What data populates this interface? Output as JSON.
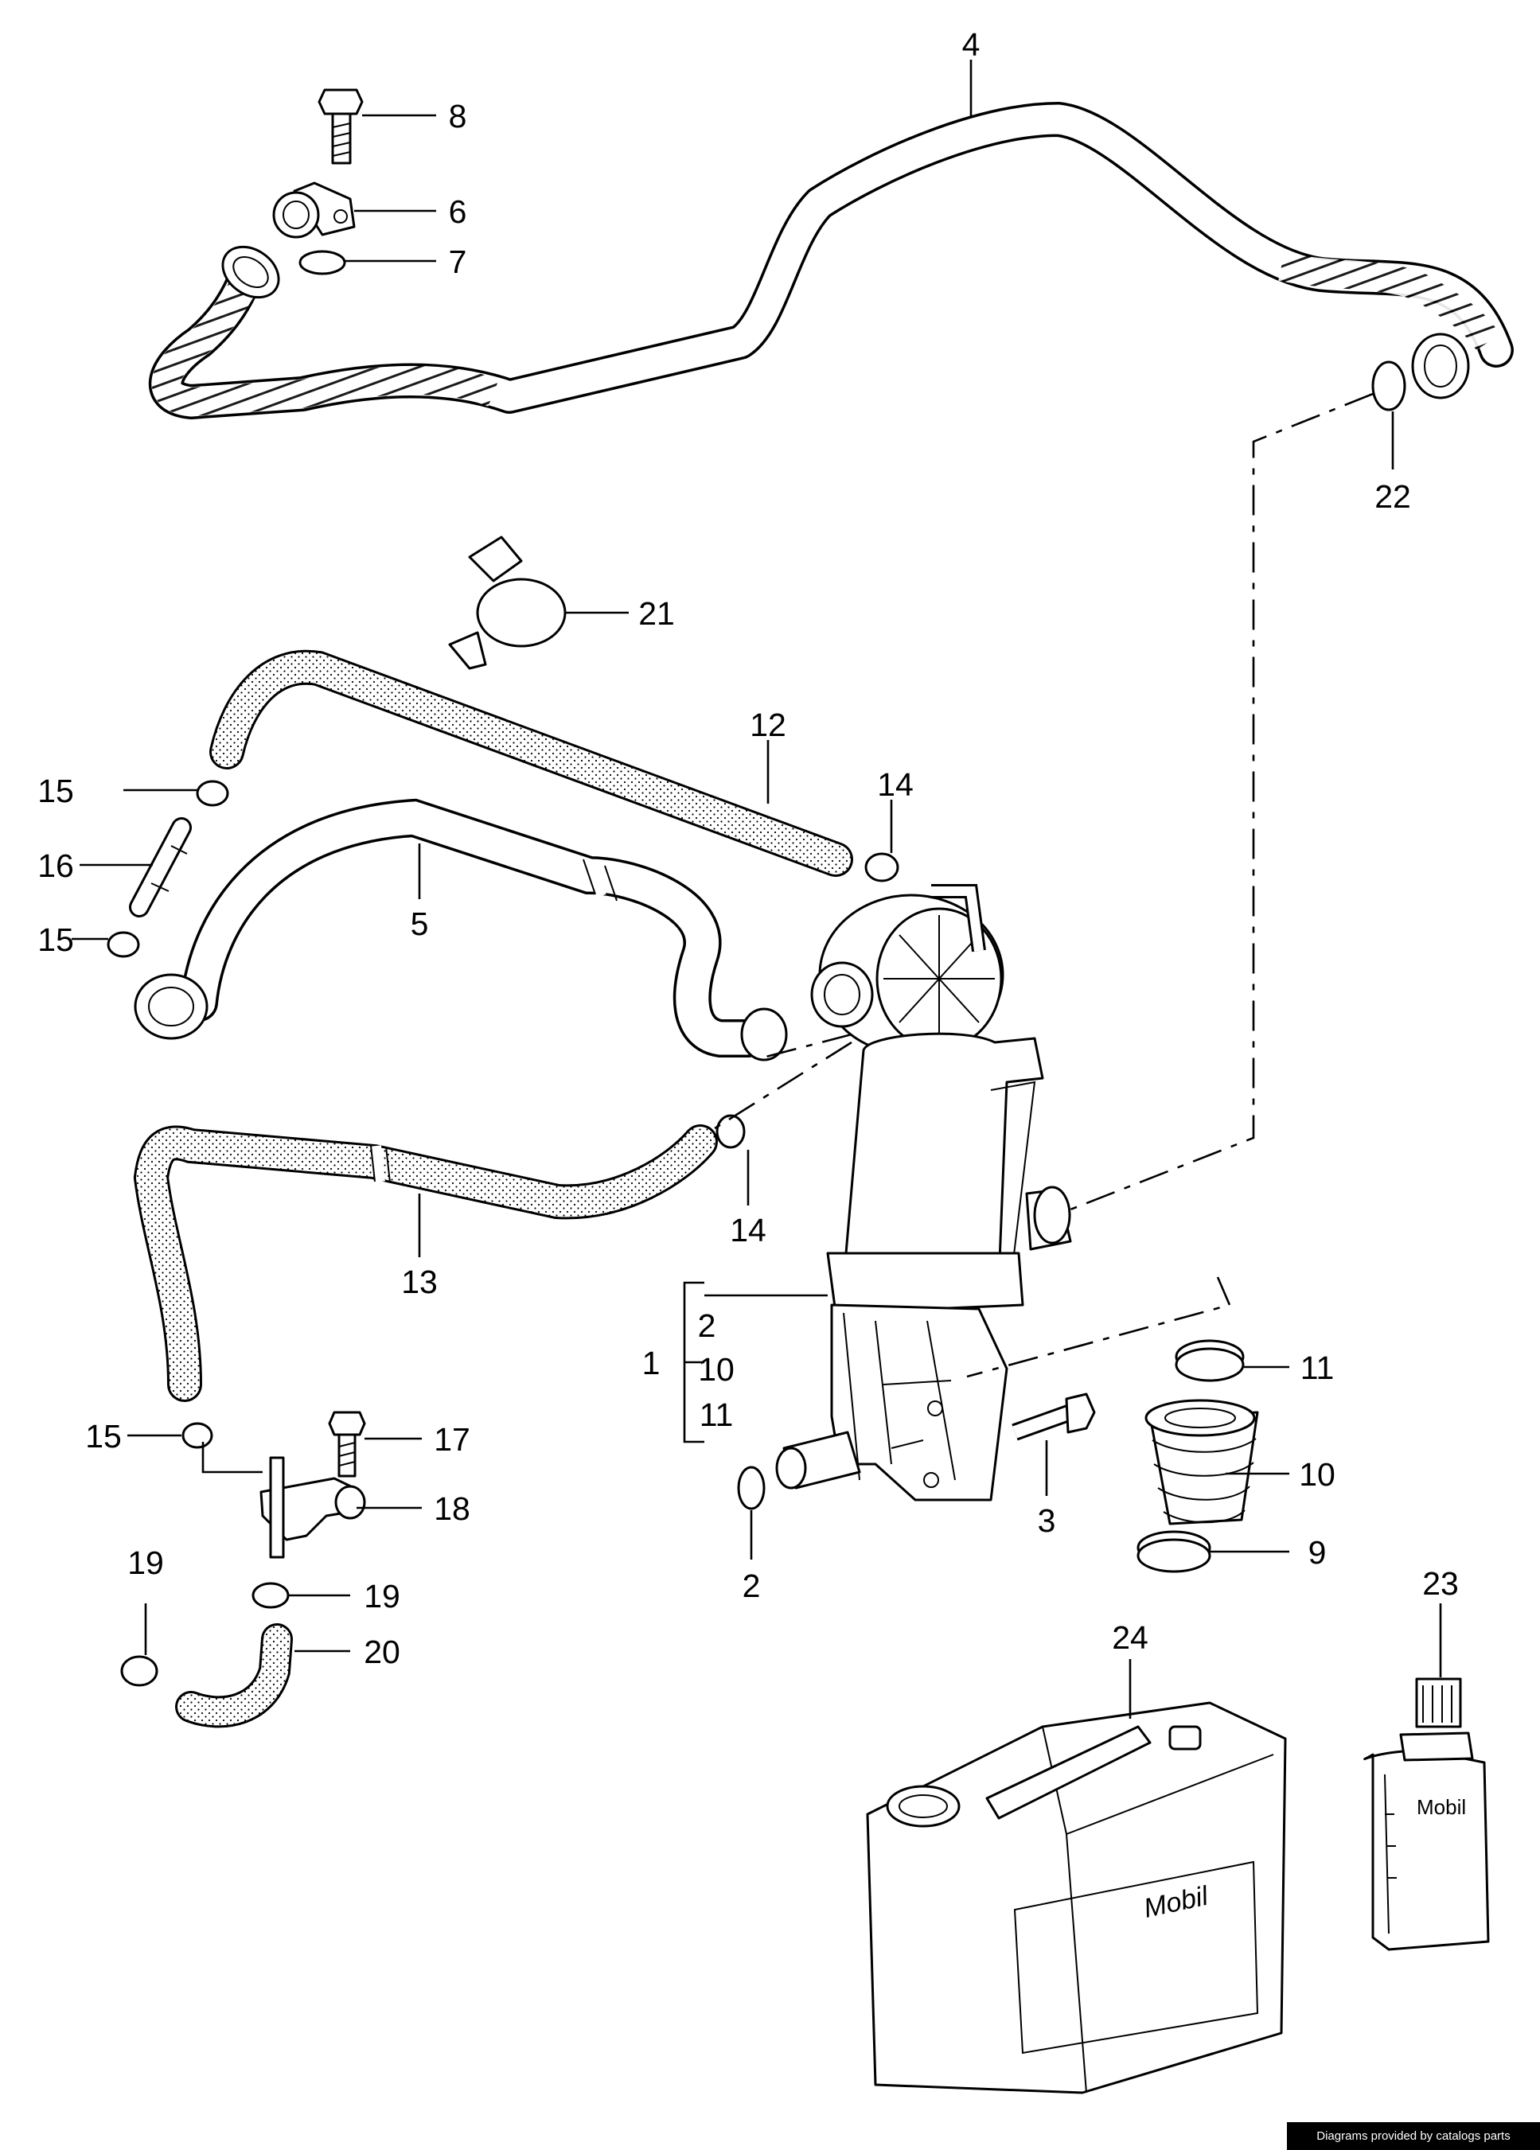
{
  "callouts": {
    "c1": "1",
    "c2": "2",
    "c2b": "2",
    "c3": "3",
    "c4": "4",
    "c5": "5",
    "c6": "6",
    "c7": "7",
    "c8": "8",
    "c9": "9",
    "c10": "10",
    "c10b": "10",
    "c11": "11",
    "c11b": "11",
    "c12": "12",
    "c13": "13",
    "c14a": "14",
    "c14b": "14",
    "c15a": "15",
    "c15b": "15",
    "c15c": "15",
    "c16": "16",
    "c17": "17",
    "c18": "18",
    "c19a": "19",
    "c19b": "19",
    "c20": "20",
    "c21": "21",
    "c22": "22",
    "c23": "23",
    "c24": "24"
  },
  "brand": {
    "jerrycan": "Mobil",
    "bottle": "Mobil"
  },
  "footer": {
    "credit": "Diagrams provided by catalogs parts"
  },
  "icons": [
    "hose-icon",
    "bolt-icon",
    "clamp-icon",
    "oil-separator-icon",
    "oil-bottle-icon",
    "jerrycan-icon"
  ]
}
